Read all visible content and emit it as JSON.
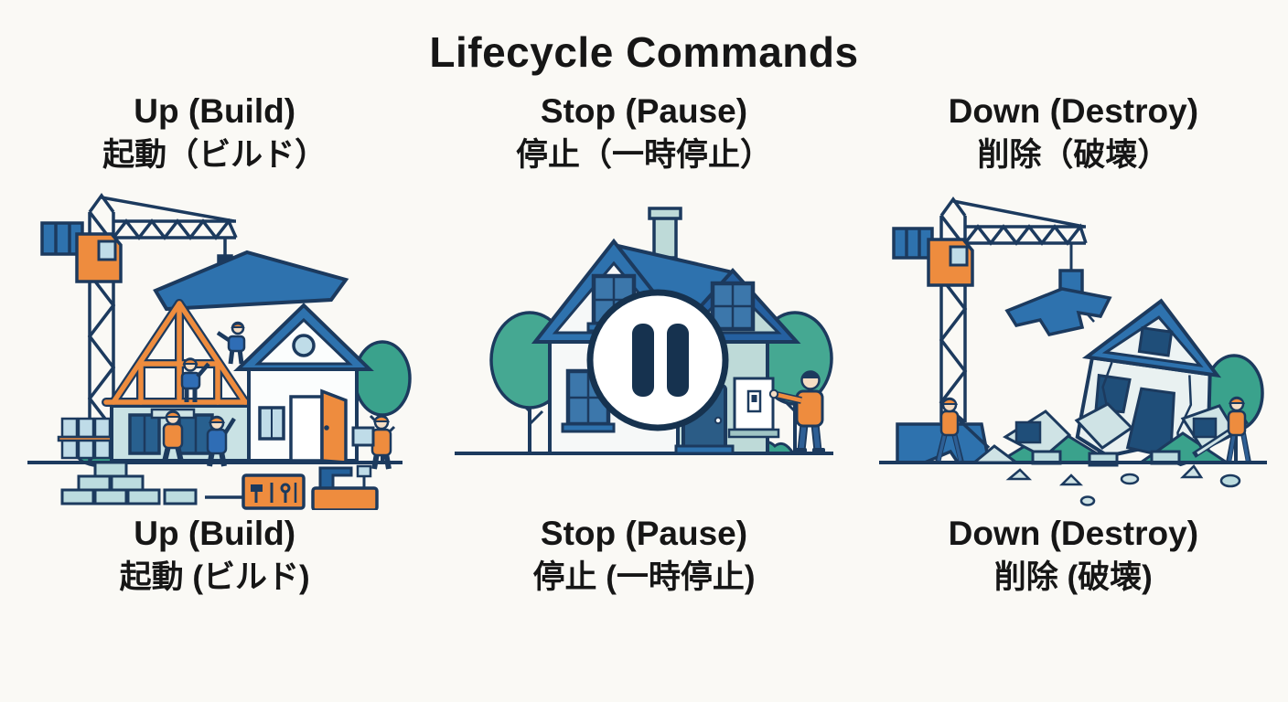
{
  "page": {
    "title": "Lifecycle Commands",
    "background_color": "#faf9f5",
    "text_color": "#161616"
  },
  "palette": {
    "outline_navy": "#1c3a5e",
    "roof_blue": "#2e72ae",
    "dark_blue": "#235d92",
    "window_navy": "#1f4e79",
    "wall_teal": "#bedad8",
    "light_slab": "#cfe3e5",
    "tree_green": "#3aa28c",
    "accent_orange": "#ee8c3e",
    "skin": "#f5ddc4",
    "white": "#ffffff"
  },
  "columns": [
    {
      "id": "up",
      "header": {
        "en": "Up (Build)",
        "ja": "起動（ビルド）"
      },
      "caption": {
        "en": "Up (Build)",
        "ja": "起動 (ビルド)"
      },
      "illustration": "crane-building-house-illustration"
    },
    {
      "id": "stop",
      "header": {
        "en": "Stop (Pause)",
        "ja": "停止（一時停止）"
      },
      "caption": {
        "en": "Stop (Pause)",
        "ja": "停止 (一時停止)"
      },
      "illustration": "house-with-pause-button-illustration"
    },
    {
      "id": "down",
      "header": {
        "en": "Down (Destroy)",
        "ja": "削除（破壊）"
      },
      "caption": {
        "en": "Down (Destroy)",
        "ja": "削除 (破壊)"
      },
      "illustration": "crane-demolishing-house-illustration"
    }
  ]
}
